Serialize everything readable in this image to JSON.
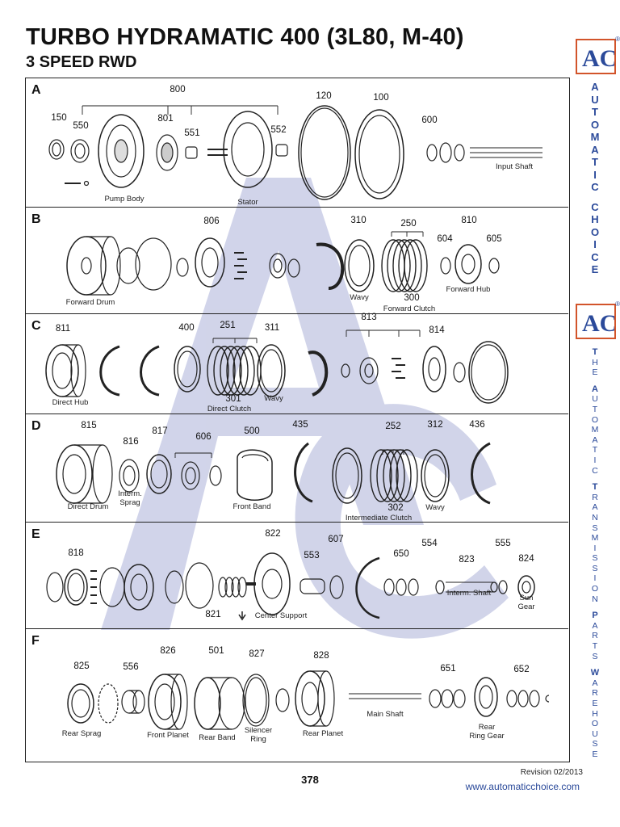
{
  "header": {
    "title": "TURBO HYDRAMATIC 400 (3L80, M-40)",
    "subtitle": "3 SPEED RWD"
  },
  "panels": [
    {
      "letter": "A",
      "numbers": [
        "800",
        "150",
        "550",
        "801",
        "551",
        "552",
        "120",
        "100",
        "600"
      ],
      "labels": [
        "Pump Body",
        "Stator",
        "Input Shaft"
      ]
    },
    {
      "letter": "B",
      "numbers": [
        "806",
        "310",
        "250",
        "810",
        "604",
        "605",
        "300"
      ],
      "labels": [
        "Forward Drum",
        "Wavy",
        "Forward Clutch",
        "Forward Hub"
      ]
    },
    {
      "letter": "C",
      "numbers": [
        "811",
        "400",
        "251",
        "311",
        "813",
        "814",
        "301"
      ],
      "labels": [
        "Direct Hub",
        "Direct Clutch",
        "Wavy"
      ]
    },
    {
      "letter": "D",
      "numbers": [
        "815",
        "816",
        "817",
        "606",
        "500",
        "435",
        "252",
        "312",
        "436",
        "302"
      ],
      "labels": [
        "Direct Drum",
        "Interm.\nSprag",
        "Front Band",
        "Intermediate Clutch",
        "Wavy"
      ]
    },
    {
      "letter": "E",
      "numbers": [
        "822",
        "607",
        "818",
        "553",
        "650",
        "554",
        "555",
        "823",
        "824",
        "821"
      ],
      "labels": [
        "Interm. Shaft",
        "Sun\nGear",
        "Center Support"
      ]
    },
    {
      "letter": "F",
      "numbers": [
        "826",
        "501",
        "827",
        "828",
        "825",
        "556",
        "651",
        "652"
      ],
      "labels": [
        "Rear Sprag",
        "Front Planet",
        "Rear Band",
        "Silencer\nRing",
        "Rear Planet",
        "Main Shaft",
        "Rear\nRing Gear"
      ]
    }
  ],
  "sidebar": {
    "logo_text": "AC",
    "reg_mark": "®",
    "vertical_1": "AUTOMATIC CHOICE",
    "vertical_2": "THE AUTOMATIC TRANSMISSION PARTS WAREHOUSE"
  },
  "footer": {
    "revision": "Revision 02/2013",
    "page_number": "378",
    "website": "www.automaticchoice.com"
  },
  "colors": {
    "brand_blue": "#2b4a9a",
    "brand_orange": "#d2542a",
    "watermark": "#c9cde6",
    "line": "#222222"
  }
}
